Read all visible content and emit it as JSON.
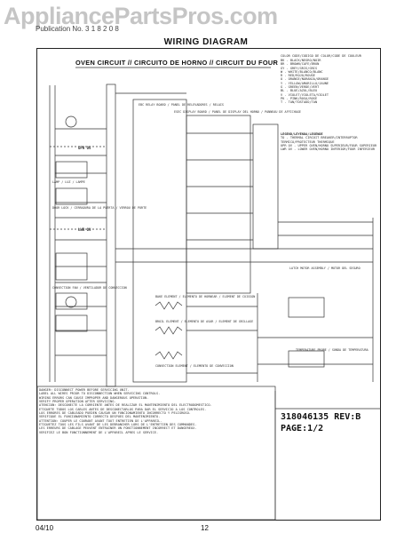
{
  "watermark": "AppliancePartsPros.com",
  "header": {
    "left_text": "Publication No. 3 1 8 2 0 8",
    "title": "WIRING DIAGRAM"
  },
  "oven_circuit_title": "OVEN CIRCUIT // CIRCUITO DE HORNO // CIRCUIT DU FOUR",
  "legend": {
    "title": "COLOR CODE/CODIGO DE COLOR/CODE DE COULEUR",
    "colors": [
      "BK - BLACK/NEGRO/NOIR",
      "BR - BROWN/CAFE/BRUN",
      "GY - GREY/GRIS/GRIS",
      "W - WHITE/BLANCO/BLANC",
      "R - RED/ROJO/ROUGE",
      "O - ORANGE/NARANJA/ORANGE",
      "Y - YELLOW/AMARILLO/JAUNE",
      "G - GREEN/VERDE/VERT",
      "BL - BLUE/AZUL/BLEU",
      "V - VIOLET/VIOLETA/VIOLET",
      "PK - PINK/ROSA/ROSE",
      "T - TAN/TOSTADO/TAN"
    ],
    "symbols_title": "LEGEND/LEYENDA/LEGENDE",
    "symbols": [
      "TO - THERMAL CIRCUIT BREAKER/INTERRUPTOR",
      "TERMICO/PROTECTEUR THERMIQUE",
      "UPR OV - UPPER OVEN/HORNO SUPERIEUR/FOUR SUPERIEUR",
      "LWR OV - LOWER OVEN/HORNO INFERIOR/FOUR INFERIEUR"
    ]
  },
  "diagram_labels": {
    "ebc": "EBC RELAY BOARD / PANEL DE RELEVADORES / RELAIS",
    "esec": "ESEC DISPLAY BOARD / PANEL DE DISPLAY DEL HORNO / PANNEAU DE AFFICHAGE",
    "door_lock": "DOOR LOCK / CERRADURA DE LA PUERTA / VERROU DE PORTE",
    "light": "LAMP / LUZ / LAMPE",
    "convection": "CONVECTION FAN / VENTILADOR DE CONVECCION",
    "bake_elem": "BAKE ELEMENT / ELEMENTO DE HORNEAR / ELEMENT DE CUISSON",
    "broil_elem": "BROIL ELEMENT / ELEMENTO DE ASAR / ELEMENT DE GRILLAGE",
    "conv_elem": "CONVECTION ELEMENT / ELEMENTO DE CONVECCION",
    "sensor": "TEMPERATURE PROBE / SONDA DE TEMPERATURA",
    "latch_motor": "LATCH MOTOR ASSEMBLY / MOTOR DEL SEGURO",
    "upr_ov": "UPR OV",
    "lwr_ov": "LWR OV"
  },
  "notes": [
    "DANGER: DISCONNECT POWER BEFORE SERVICING UNIT.",
    "LABEL ALL WIRES PRIOR TO DISCONNECTION WHEN SERVICING CONTROLS.",
    "WIRING ERRORS CAN CAUSE IMPROPER AND DANGEROUS OPERATION.",
    "VERIFY PROPER OPERATION AFTER SERVICING.",
    "ATENCION: DESCONECTE LA CORRIENTE ANTES DE REALIZAR EL MANTENIMIENTO DEL ELECTRODOMESTICO.",
    "ETIQUETE TODOS LOS CABLES ANTES DE DESCONECTARLOS PARA DAR EL SERVICIO A LOS CONTROLES.",
    "LOS ERRORES DE CABLEADO PUEDEN CAUSAR UN FUNCIONAMIENTO INCORRECTO Y PELIGROSO.",
    "VERIFIQUE EL FUNCIONAMIENTO CORRECTO DESPUES DEL MANTENIMIENTO.",
    "ATTENTION: COUPER LE COURANT AVANT TOUT ENTRETIEN DE L'APPAREIL.",
    "ETIQUETEZ TOUS LES FILS AVANT DE LES DEBRANCHER LORS DE L'ENTRETIEN DES COMMANDES.",
    "LES ERREURS DE CABLAGE PEUVENT ENTRAINER UN FONCTIONNEMENT INCORRECT ET DANGEREUX.",
    "VERIFIEZ LE BON FONCTIONNEMENT DE L'APPAREIL APRES LE SERVICE."
  ],
  "part_number": "318046135 REV:B",
  "page_label": "PAGE:1/2",
  "footer": {
    "date": "04/10",
    "page": "12"
  }
}
